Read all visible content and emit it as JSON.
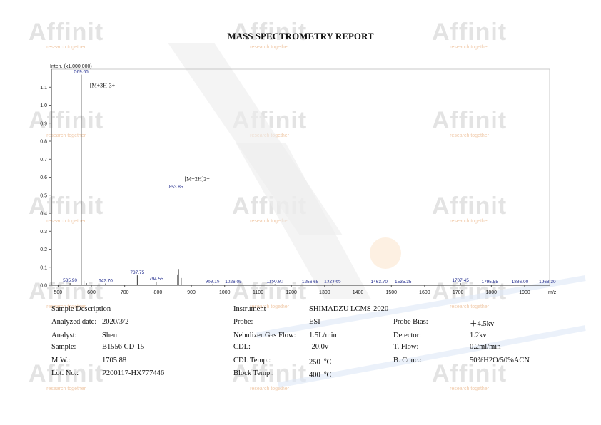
{
  "report_title": "MASS SPECTROMETRY REPORT",
  "watermark": {
    "brand": "Affinit",
    "tagline": "research together"
  },
  "chart_data": {
    "type": "bar",
    "subtype": "mass-spectrum-stick",
    "ylabel": "Inten. (x1,000,000)",
    "xlabel": "m/z",
    "xlim": [
      480,
      1975
    ],
    "ylim": [
      0,
      1.2
    ],
    "x_ticks": [
      500,
      600,
      700,
      800,
      900,
      1000,
      1100,
      1200,
      1300,
      1400,
      1500,
      1600,
      1700,
      1800,
      1900
    ],
    "y_ticks": [
      0.0,
      0.1,
      0.2,
      0.3,
      0.4,
      0.5,
      0.6,
      0.7,
      0.8,
      0.9,
      1.0,
      1.1
    ],
    "y_tick_labels": [
      "0.0",
      "0.1",
      "0.2",
      "0.3",
      "0.4",
      "0.5",
      "0.6",
      "0.7",
      "0.8",
      "0.9",
      "1.0",
      "1.1"
    ],
    "peaks": [
      {
        "mz": 535.9,
        "label": "535.90",
        "intensity": 0.012
      },
      {
        "mz": 569.65,
        "label": "569.65",
        "intensity": 1.17
      },
      {
        "mz": 642.7,
        "label": "642.70",
        "intensity": 0.01
      },
      {
        "mz": 737.75,
        "label": "737.75",
        "intensity": 0.055
      },
      {
        "mz": 794.55,
        "label": "794.55",
        "intensity": 0.02
      },
      {
        "mz": 853.85,
        "label": "853.85",
        "intensity": 0.53
      },
      {
        "mz": 963.15,
        "label": "963.15",
        "intensity": 0.005
      },
      {
        "mz": 1026.05,
        "label": "1026.05",
        "intensity": 0.004
      },
      {
        "mz": 1150.8,
        "label": "1150.80",
        "intensity": 0.006
      },
      {
        "mz": 1256.65,
        "label": "1256.65",
        "intensity": 0.004
      },
      {
        "mz": 1323.65,
        "label": "1323.65",
        "intensity": 0.006
      },
      {
        "mz": 1463.7,
        "label": "1463.70",
        "intensity": 0.004
      },
      {
        "mz": 1535.35,
        "label": "1535.35",
        "intensity": 0.004
      },
      {
        "mz": 1707.45,
        "label": "1707.45",
        "intensity": 0.012
      },
      {
        "mz": 1795.55,
        "label": "1795.55",
        "intensity": 0.004
      },
      {
        "mz": 1886.0,
        "label": "1886.00",
        "intensity": 0.004
      },
      {
        "mz": 1968.3,
        "label": "1968.30",
        "intensity": 0.004
      }
    ],
    "minor_peaks": [
      {
        "mz": 862,
        "intensity": 0.09
      },
      {
        "mz": 870,
        "intensity": 0.04
      },
      {
        "mz": 858,
        "intensity": 0.06
      },
      {
        "mz": 578,
        "intensity": 0.025
      },
      {
        "mz": 586,
        "intensity": 0.012
      }
    ],
    "annotations": [
      {
        "text": "[M+3H]3+",
        "mz": 569.65,
        "intensity": 1.1
      },
      {
        "text": "[M+2H]2+",
        "mz": 853.85,
        "intensity": 0.58
      }
    ]
  },
  "sample": {
    "heading": "Sample Description",
    "rows": [
      {
        "label": "Analyzed date:",
        "value": "2020/3/2"
      },
      {
        "label": "Analyst:",
        "value": "Shen"
      },
      {
        "label": "Sample:",
        "value": "B1556 CD-15"
      },
      {
        "label": "M.W.:",
        "value": "1705.88"
      },
      {
        "label": "Lot. No.:",
        "value": "P200117-HX777446"
      }
    ]
  },
  "instrument": {
    "label": "Instrument",
    "value": "SHIMADZU LCMS-2020",
    "rows": [
      {
        "label": "Probe:",
        "value": "ESI"
      },
      {
        "label": "Nebulizer Gas Flow:",
        "value": "1.5L/min"
      },
      {
        "label": "CDL:",
        "value": "-20.0v"
      },
      {
        "label": "CDL Temp.:",
        "value": "250",
        "unit": "C"
      },
      {
        "label": "Block Temp.:",
        "value": "400",
        "unit": "C"
      }
    ],
    "right_rows": [
      {
        "label": "Probe Bias:",
        "value": "＋4.5kv"
      },
      {
        "label": "Detector:",
        "value": "1.2kv"
      },
      {
        "label": "T. Flow:",
        "value": "0.2ml/min"
      },
      {
        "label": "B. Conc.:",
        "value": "50%H2O/50%ACN"
      }
    ],
    "degree_mark": "o"
  }
}
